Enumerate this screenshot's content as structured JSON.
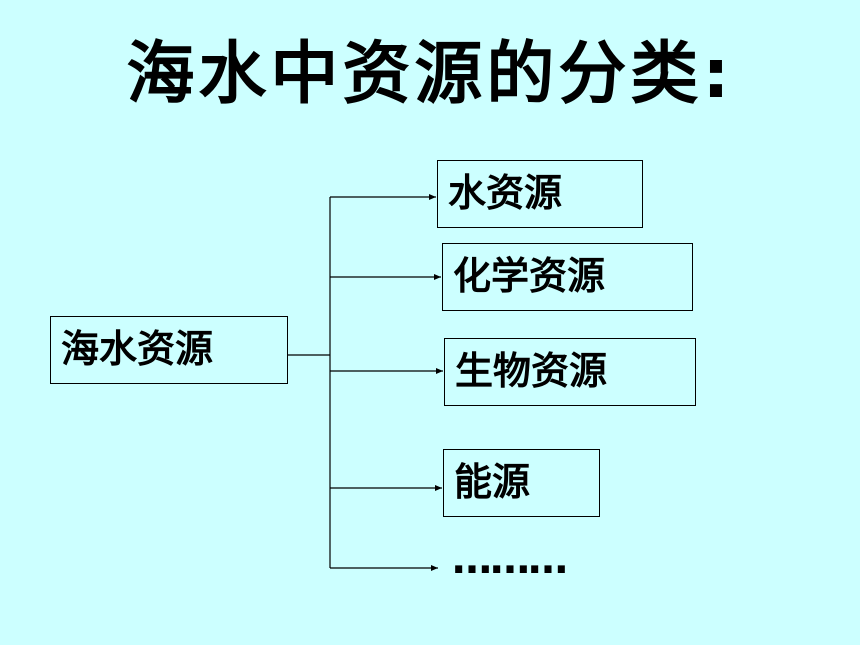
{
  "title": "海水中资源的分类:",
  "root": {
    "label": "海水资源"
  },
  "children": [
    {
      "label": "水资源"
    },
    {
      "label": "化学资源"
    },
    {
      "label": "生物资源"
    },
    {
      "label": "能源"
    },
    {
      "label": "………"
    }
  ],
  "colors": {
    "background": "#ccffff",
    "text": "#000000",
    "line": "#000000"
  }
}
